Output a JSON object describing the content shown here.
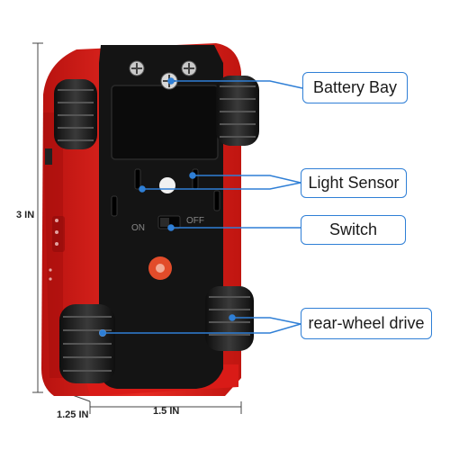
{
  "callouts": {
    "battery_bay": "Battery Bay",
    "light_sensor": "Light Sensor",
    "switch": "Switch",
    "rear_wheel_drive": "rear-wheel drive"
  },
  "switch_labels": {
    "on": "ON",
    "off": "OFF"
  },
  "dimensions": {
    "height": "3 IN",
    "depth": "1.25 IN",
    "width": "1.5 IN"
  },
  "colors": {
    "callout_line": "#2f7fd6",
    "car_body": "#e0201f",
    "plate": "#141414",
    "tire": "#1b1b1b"
  }
}
